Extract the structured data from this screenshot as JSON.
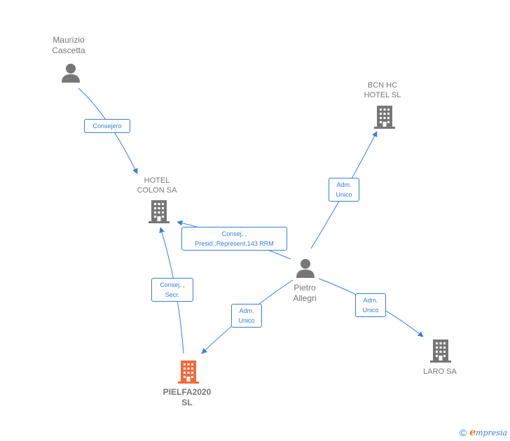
{
  "nodes": {
    "maurizio": {
      "label": "Maurizio\nCascetta",
      "kind": "person"
    },
    "hotel_colon": {
      "label": "HOTEL\nCOLON SA",
      "kind": "company"
    },
    "bcn_hc": {
      "label": "BCN HC\nHOTEL  SL",
      "kind": "company"
    },
    "pietro": {
      "label": "Pietro\nAllegri",
      "kind": "person"
    },
    "laro": {
      "label": "LARO SA",
      "kind": "company"
    },
    "pielfa": {
      "label": "PIELFA2020\nSL",
      "kind": "company-focus"
    }
  },
  "edges": {
    "maurizio_colon": "Consejero",
    "pietro_colon": "Consej. ,\nPresid.,Represent.143 RRM",
    "pietro_bcn": "Adm.\nUnico",
    "pietro_laro": "Adm.\nUnico",
    "pietro_pielfa": "Adm.\nUnico",
    "pielfa_colon": "Consej. ,\nSecr."
  },
  "colors": {
    "edge": "#3a7fd6",
    "node_gray": "#777777",
    "focus": "#f26b38"
  },
  "footer": {
    "copyright": "©",
    "brand_initial": "e",
    "brand_rest": "mpresia"
  }
}
